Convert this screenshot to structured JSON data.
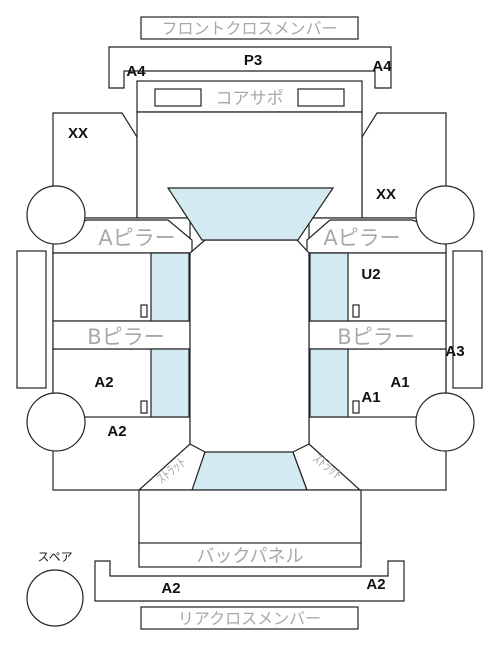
{
  "parts": {
    "front_cross_member": "フロントクロスメンバー",
    "core_support": "コアサポ",
    "a_pillar": "Aピラー",
    "b_pillar": "Bピラー",
    "back_panel": "バックパネル",
    "rear_cross_member": "リアクロスメンバー",
    "spare": "スペア",
    "strut_left": "ｽﾄﾗｯﾄ",
    "strut_right": "ｽﾄﾗｯﾄ"
  },
  "codes": {
    "front_member_left": "A4",
    "front_member_center": "P3",
    "front_member_right": "A4",
    "front_left_fender": "XX",
    "front_right_fender": "XX",
    "right_front_door": "U2",
    "right_side_sill": "A3",
    "right_rear_door_outer": "A1",
    "right_rear_door_inner": "A1",
    "left_rear_door": "A2",
    "left_rear_quarter": "A2",
    "rear_member_left": "A2",
    "rear_member_right": "A2"
  }
}
